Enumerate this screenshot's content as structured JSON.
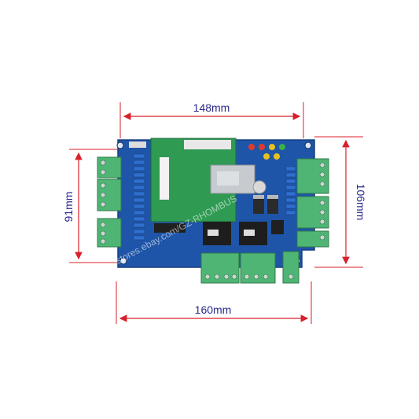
{
  "dimensions": {
    "top_width": "148mm",
    "bottom_width": "160mm",
    "left_height": "91mm",
    "right_height": "106mm"
  },
  "watermark": "stores.ebay.com/GZ-RHOMBUS",
  "colors": {
    "dimension_line": "#d8202a",
    "dimension_text": "#2a2a8c",
    "pcb_blue": "#1f55a8",
    "pcb_green": "#2e9a52",
    "terminal_green": "#4fb574"
  }
}
